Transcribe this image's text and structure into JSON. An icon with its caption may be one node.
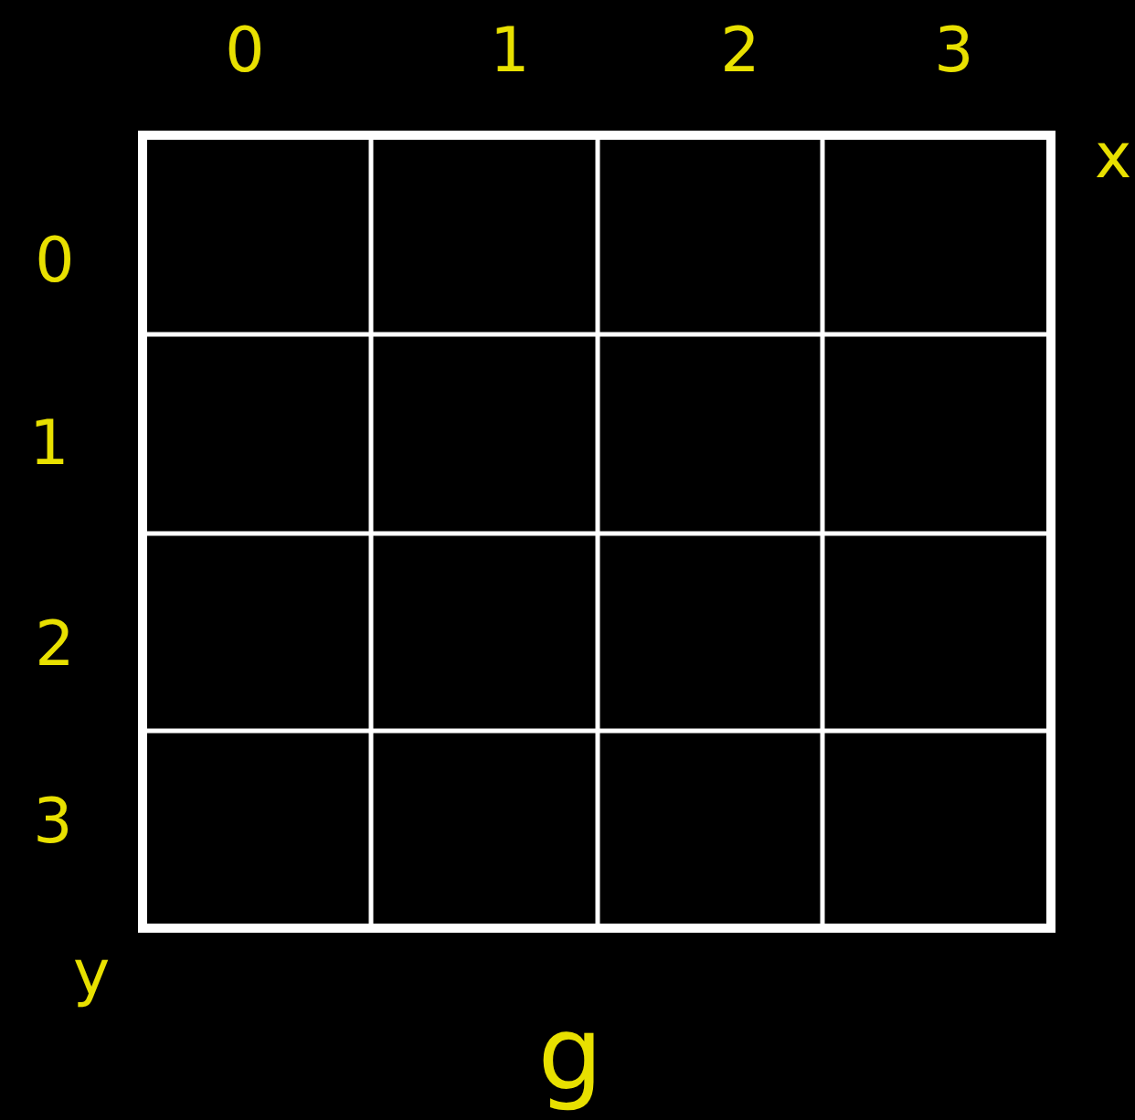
{
  "diagram": {
    "labels": [
      "0",
      "1",
      "2",
      "3",
      "x",
      "0",
      "1",
      "2",
      "3",
      "y",
      "g"
    ]
  }
}
